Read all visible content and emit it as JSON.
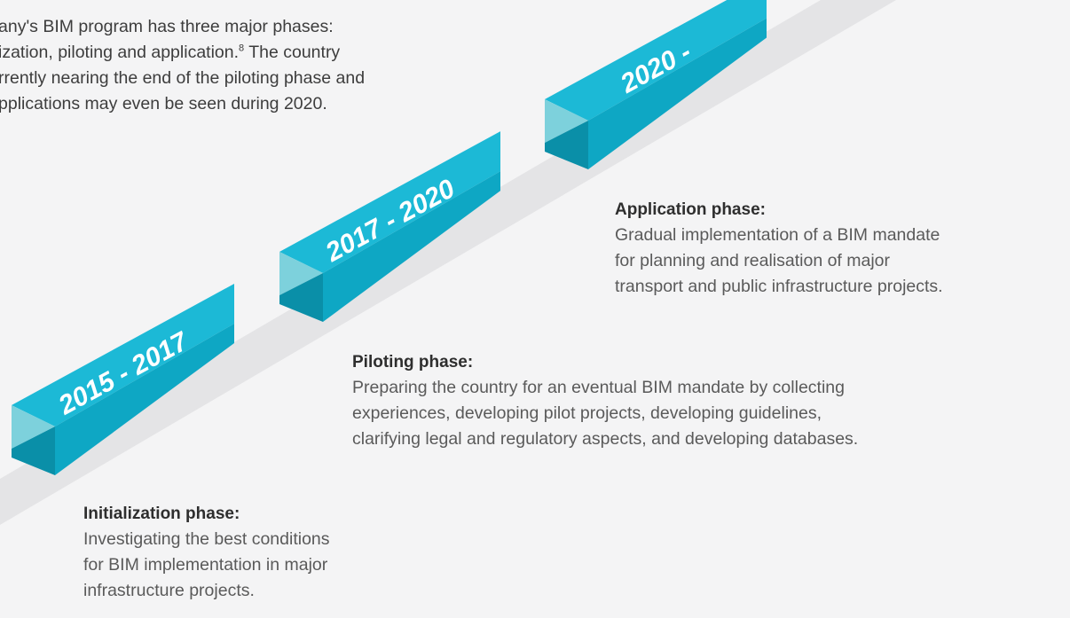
{
  "intro": {
    "lines": [
      "any's BIM program has three major phases:",
      "ization, piloting and application.",
      "rrently nearing the end of the piloting phase and",
      "pplications may even be seen during 2020."
    ],
    "footnote_ref": "8",
    "after_footnote": " The country"
  },
  "timeline": {
    "blocks": [
      {
        "label": "2015 - 2017"
      },
      {
        "label": "2017 - 2020"
      },
      {
        "label": "2020 -"
      }
    ]
  },
  "phases": {
    "application": {
      "title": "Application phase:",
      "body_lines": [
        "Gradual implementation of a BIM mandate",
        "for planning and realisation of major",
        "transport and public infrastructure projects."
      ]
    },
    "piloting": {
      "title": "Piloting phase:",
      "body_lines": [
        "Preparing the country for an eventual BIM mandate by collecting",
        "experiences, developing pilot projects, developing guidelines,",
        "clarifying legal and regulatory aspects, and developing databases."
      ]
    },
    "initialization": {
      "title": "Initialization phase:",
      "body_lines": [
        "Investigating the best conditions",
        "for BIM implementation in major",
        "infrastructure projects."
      ]
    }
  },
  "colors": {
    "background": "#f4f4f5",
    "track": "#e4e4e6",
    "block_top": "#1cb9d6",
    "block_front": "#0ea7c4",
    "block_end_light": "#7dd1dc",
    "block_end_dark": "#0a8fa8",
    "text": "#3d3d3d",
    "heading": "#2e2e2e"
  }
}
